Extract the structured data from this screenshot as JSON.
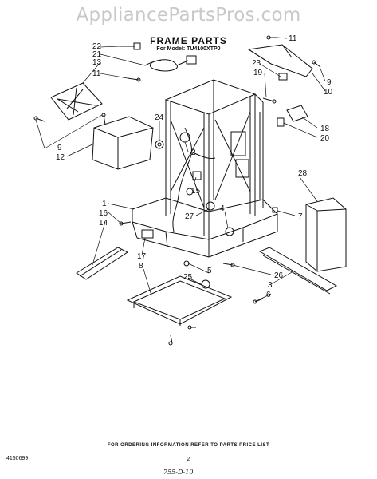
{
  "watermark": "AppliancePartsPros.com",
  "header": {
    "title": "FRAME PARTS",
    "model": "For Model: TU4100XTP0"
  },
  "callouts": [
    "22",
    "21",
    "13",
    "11",
    "9",
    "12",
    "24",
    "2",
    "15",
    "1",
    "16",
    "14",
    "17",
    "8",
    "27",
    "4",
    "25",
    "5",
    "26",
    "3",
    "6",
    "7",
    "28",
    "23",
    "19",
    "18",
    "20",
    "11",
    "9",
    "10"
  ],
  "footer": {
    "part_number": "4150699",
    "ordering_info": "FOR ORDERING INFORMATION REFER TO PARTS PRICE LIST",
    "page": "2",
    "handwritten": "755-D-10"
  }
}
